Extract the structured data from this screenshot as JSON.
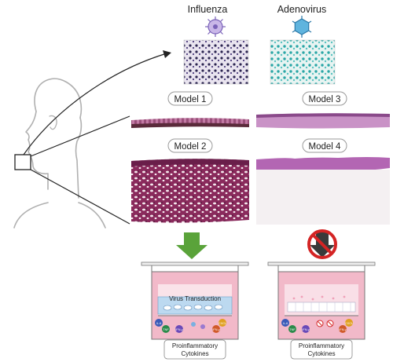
{
  "viruses": {
    "left": {
      "name": "Influenza",
      "icon": "influenza-virus-icon",
      "stain_color": "#2b2450"
    },
    "right": {
      "name": "Adenovirus",
      "icon": "adenovirus-icon",
      "stain_color": "#2aa6a6"
    }
  },
  "models": [
    {
      "label": "Model 1"
    },
    {
      "label": "Model 2"
    },
    {
      "label": "Model 3"
    },
    {
      "label": "Model 4"
    }
  ],
  "wells": {
    "left": {
      "transduction": "Virus Transduction",
      "cytokines_line1": "Proinflammatory",
      "cytokines_line2": "Cytokines"
    },
    "right": {
      "cytokines_line1": "Proinflammatory",
      "cytokines_line2": "Cytokines"
    }
  },
  "cytokine_markers": [
    "IL-6",
    "TNF",
    "IFN-γ",
    "CXCL",
    "IFN-γ"
  ],
  "colors": {
    "arrow_green": "#5aa33a",
    "arrow_dark": "#3a3a3a",
    "no_sign_red": "#d42424",
    "tissue_pink": "#c48fc0",
    "tissue_purple": "#7b2d7b",
    "media_pink": "#f2b9c9"
  }
}
